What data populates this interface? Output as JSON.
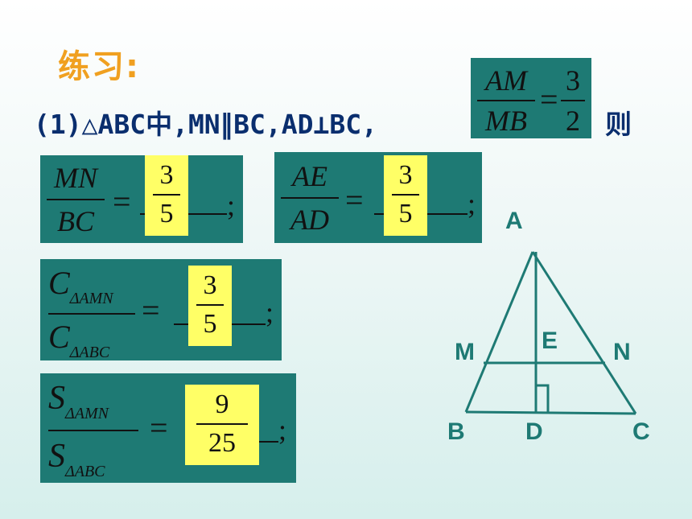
{
  "title": "练习:",
  "problem": {
    "text": "(1)△ABC中,MN∥BC,AD⊥BC,",
    "given_num": "AM",
    "given_den": "MB",
    "given_eq": "=",
    "given_val_num": "3",
    "given_val_den": "2",
    "then": "则"
  },
  "rows": [
    {
      "num": "MN",
      "den": "BC",
      "eq": "=",
      "semi": ";",
      "ans_num": "3",
      "ans_den": "5"
    },
    {
      "num": "AE",
      "den": "AD",
      "eq": "=",
      "semi": ";",
      "ans_num": "3",
      "ans_den": "5"
    },
    {
      "num_main": "C",
      "num_sub": "ΔAMN",
      "den_main": "C",
      "den_sub": "ΔABC",
      "eq": "=",
      "semi": ";",
      "ans_num": "3",
      "ans_den": "5"
    },
    {
      "num_main": "S",
      "num_sub": "ΔAMN",
      "den_main": "S",
      "den_sub": "ΔABC",
      "eq": "=",
      "semi": ";",
      "ans_num": "9",
      "ans_den": "25"
    }
  ],
  "figure": {
    "labels": {
      "A": "A",
      "B": "B",
      "C": "C",
      "D": "D",
      "E": "E",
      "M": "M",
      "N": "N"
    },
    "label_color": "#1e7a74",
    "line_color": "#1e7a74"
  },
  "colors": {
    "box": "#1e7a74",
    "answer": "#ffff66",
    "title": "#f0a020",
    "text": "#0a2e6e"
  }
}
